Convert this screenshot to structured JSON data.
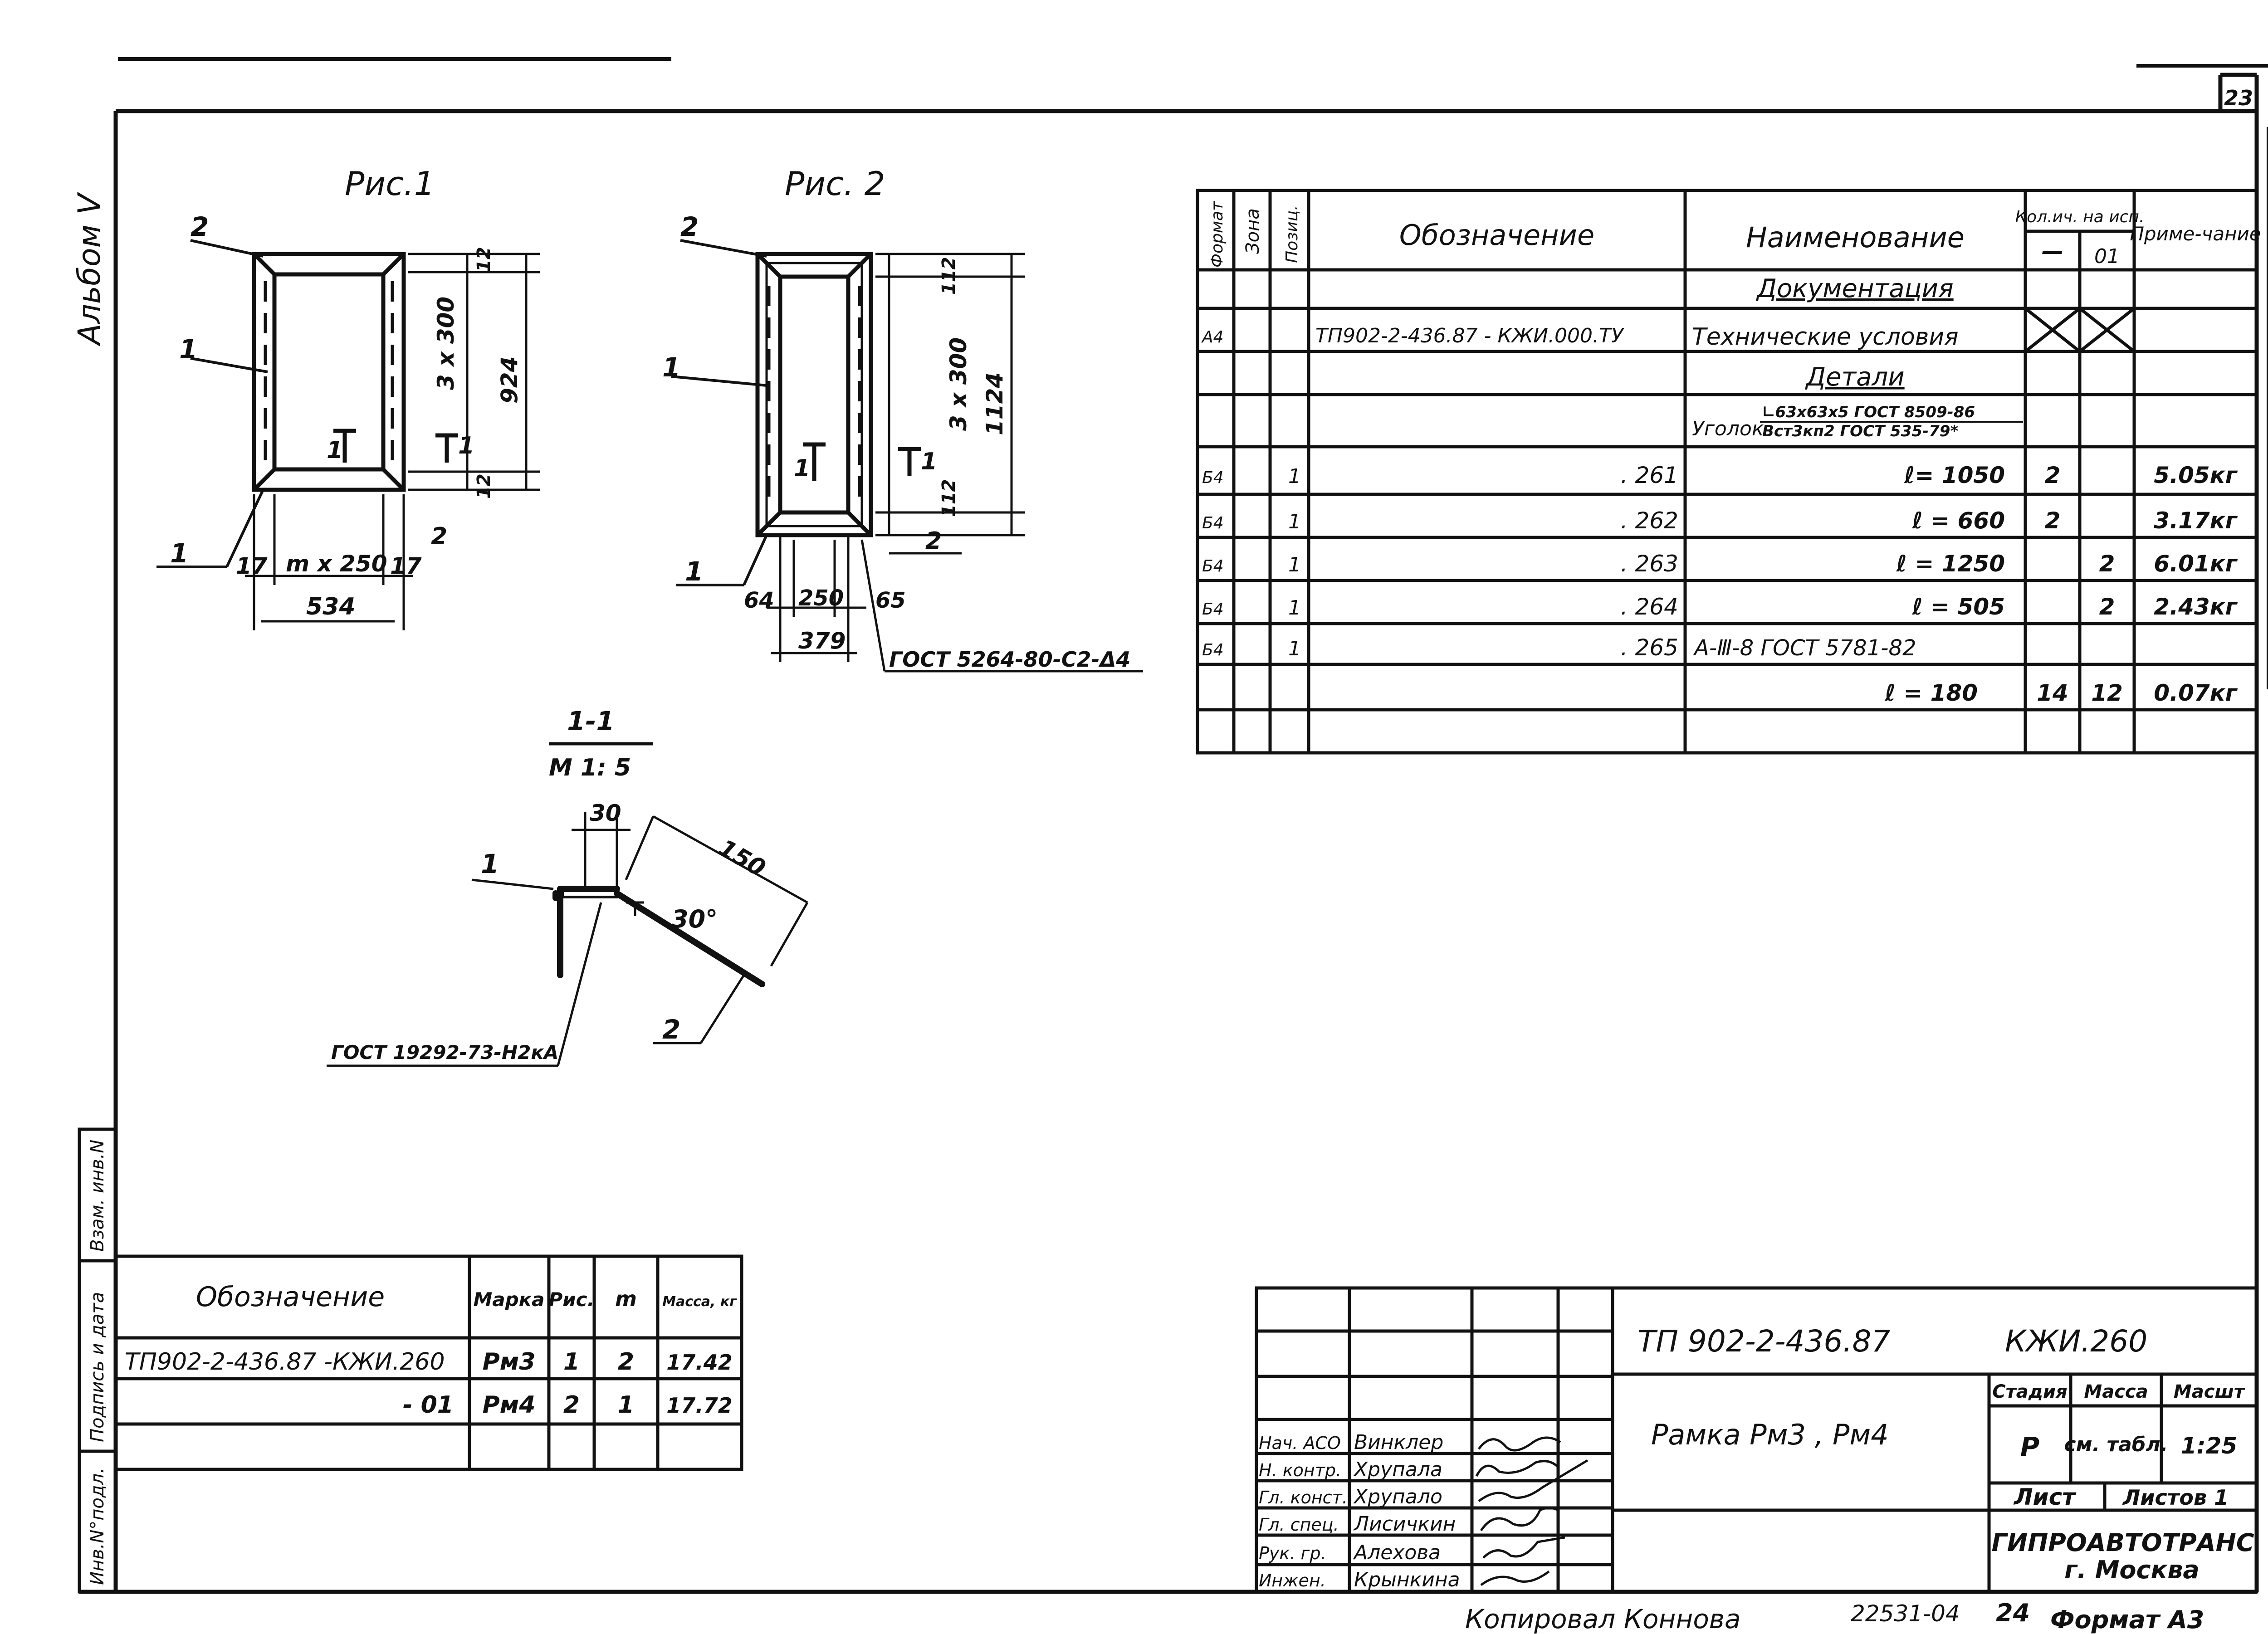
{
  "sheet": {
    "number": "23",
    "album": "Альбом V",
    "copied_by": "Копировал Коннова",
    "archive": "22531-04",
    "archive_page": "24",
    "format": "Формат А3"
  },
  "figures": {
    "fig1": {
      "title": "Рис.1",
      "dims": {
        "rows": "3 x 300",
        "height": "924",
        "top": "12",
        "bot": "12",
        "w1": "17",
        "mid": "m x 250",
        "w2": "17",
        "width": "534",
        "cut": "2"
      },
      "labels": {
        "l1": "1",
        "l2": "2",
        "l3": "1",
        "sec1": "1",
        "sec2": "1"
      }
    },
    "fig2": {
      "title": "Рис. 2",
      "dims": {
        "rows": "3 x 300",
        "height": "1124",
        "top": "112",
        "bot": "112",
        "w1": "64",
        "mid": "250",
        "w2": "65",
        "width": "379",
        "cut": "2"
      },
      "labels": {
        "l1": "1",
        "l2": "2",
        "l3": "1",
        "sec1": "1",
        "sec2": "1"
      },
      "weld": "ГОСТ 5264-80-С2-Δ4"
    },
    "section": {
      "title": "1-1",
      "scale": "М 1: 5",
      "d30": "30",
      "d150": "150",
      "angle": "30°",
      "l1": "1",
      "l2": "2",
      "weld": "ГОСТ 19292-73-Н2кА"
    }
  },
  "spec": {
    "headers": {
      "format": "Формат",
      "zone": "Зона",
      "pos": "Позиц.",
      "designation": "Обозначение",
      "name": "Наименование",
      "qty": "Кол.ич. на исп.",
      "qty_a": "—",
      "qty_b": "01",
      "note": "Приме-чание"
    },
    "rows": [
      {
        "fmt": "",
        "pos": "",
        "des": "",
        "name": "Документация",
        "a": "",
        "b": "",
        "note": ""
      },
      {
        "fmt": "А4",
        "pos": "",
        "des": "ТП902-2-436.87 - КЖИ.000.ТУ",
        "name": "Технические условия",
        "a": "",
        "b": "",
        "note": ""
      },
      {
        "fmt": "",
        "pos": "",
        "des": "",
        "name": "Детали",
        "a": "",
        "b": "",
        "note": ""
      },
      {
        "fmt": "",
        "pos": "",
        "des": "",
        "name": "Уголок",
        "name_top": "∟63x63x5 ГОСТ 8509-86",
        "name_bot": "Вст3кп2 ГОСТ 535-79*",
        "a": "",
        "b": "",
        "note": ""
      },
      {
        "fmt": "Б4",
        "pos": "1",
        "des": ". 261",
        "name": "ℓ= 1050",
        "a": "2",
        "b": "",
        "note": "5.05кг"
      },
      {
        "fmt": "Б4",
        "pos": "1",
        "des": ". 262",
        "name": "ℓ = 660",
        "a": "2",
        "b": "",
        "note": "3.17кг"
      },
      {
        "fmt": "Б4",
        "pos": "1",
        "des": ". 263",
        "name": "ℓ = 1250",
        "a": "",
        "b": "2",
        "note": "6.01кг"
      },
      {
        "fmt": "Б4",
        "pos": "1",
        "des": ". 264",
        "name": "ℓ = 505",
        "a": "",
        "b": "2",
        "note": "2.43кг"
      },
      {
        "fmt": "Б4",
        "pos": "1",
        "des": ". 265",
        "name": "А-Ⅲ-8 ГОСТ 5781-82",
        "a": "",
        "b": "",
        "note": ""
      },
      {
        "fmt": "",
        "pos": "",
        "des": "",
        "name": "ℓ = 180",
        "a": "14",
        "b": "12",
        "note": "0.07кг"
      },
      {
        "fmt": "",
        "pos": "",
        "des": "",
        "name": "",
        "a": "",
        "b": "",
        "note": ""
      }
    ]
  },
  "marks": {
    "headers": {
      "des": "Обозначение",
      "mark": "Марка",
      "fig": "Рис.",
      "m": "m",
      "mass": "Масса, кг"
    },
    "rows": [
      {
        "des": "ТП902-2-436.87  -КЖИ.260",
        "mark": "Рм3",
        "fig": "1",
        "m": "2",
        "mass": "17.42"
      },
      {
        "des": "- 01",
        "mark": "Рм4",
        "fig": "2",
        "m": "1",
        "mass": "17.72"
      },
      {
        "des": "",
        "mark": "",
        "fig": "",
        "m": "",
        "mass": ""
      }
    ]
  },
  "side_stamp": {
    "c1": "Взам. инв.N",
    "c2": "Подпись и дата",
    "c3": "Инв.N°подл."
  },
  "title_block": {
    "code": "ТП 902-2-436.87",
    "doc": "КЖИ.260",
    "name": "Рамка   Рм3 , Рм4",
    "stage_h": "Стадия",
    "mass_h": "Масса",
    "scale_h": "Масшт",
    "stage": "Р",
    "mass": "см. табл.",
    "scale": "1:25",
    "sheet_h": "Лист",
    "sheets_h": "Листов 1",
    "org": "ГИПРОАВТОТРАНС",
    "city": "г. Москва",
    "people": [
      {
        "role": "Нач. АСО",
        "name": "Винклер"
      },
      {
        "role": "Н. контр.",
        "name": "Хрупала"
      },
      {
        "role": "Гл. конст.",
        "name": "Хрупало"
      },
      {
        "role": "Гл. спец.",
        "name": "Лисичкин"
      },
      {
        "role": "Рук. гр.",
        "name": "Алехова"
      },
      {
        "role": "Инжен.",
        "name": "Крынкина"
      }
    ]
  }
}
